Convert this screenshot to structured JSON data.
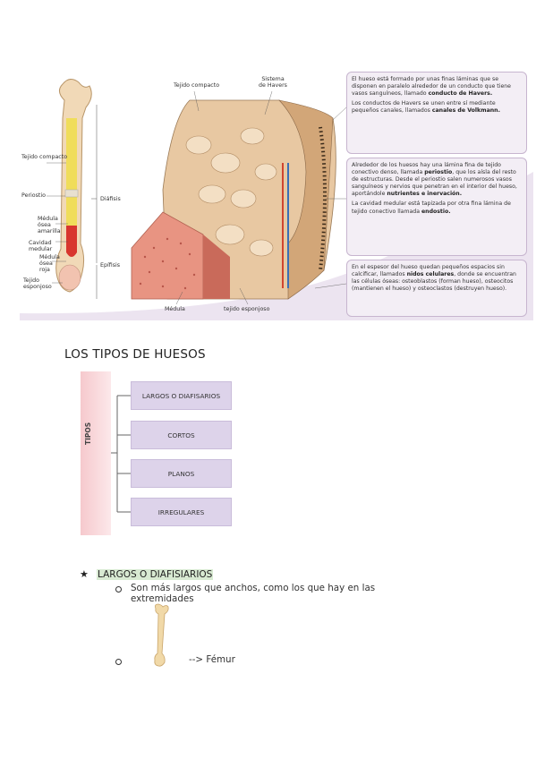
{
  "figure": {
    "bone_labels": {
      "tejido_compacto": "Tejido compacto",
      "periostio": "Periostio",
      "medula_osea_amarilla": "Médula ósea amarilla",
      "cavidad_medular": "Cavidad medular",
      "medula_osea_roja": "Médula ósea roja",
      "tejido_esponjoso": "Tejido esponjoso",
      "diafisis": "Diáfisis",
      "epifisis": "Epífisis"
    },
    "section_labels": {
      "tejido_compacto": "Tejido compacto",
      "sistema_havers": "Sistema de Havers",
      "medula": "Médula",
      "tejido_esponjoso": "tejido esponjoso"
    },
    "info1": {
      "p1_start": "El hueso está formado por unas finas láminas que se disponen en paralelo alrededor de un conducto que tiene vasos sanguíneos, llamado ",
      "p1_bold": "conducto de Havers.",
      "p2_start": "Los conductos de Havers se unen entre sí mediante pequeños canales, llamados ",
      "p2_bold": "canales de Volkmann."
    },
    "info2": {
      "p1_start": "Alrededor de los huesos hay una lámina fina de tejido conectivo denso, llamada ",
      "p1_bold1": "periostio",
      "p1_mid": ", que los aísla del resto de estructuras. Desde el periostio salen numerosos vasos sanguíneos y nervios que penetran en el interior del hueso, aportándole ",
      "p1_bold2": "nutrientes e inervación.",
      "p2_start": "La cavidad medular está tapizada por otra fina lámina de tejido conectivo llamada ",
      "p2_bold": "endostio."
    },
    "info3": {
      "p1_start": "En el espesor del hueso quedan pequeños espacios sin calcificar, llamados ",
      "p1_bold": "nidos celulares",
      "p1_end": ", donde se encuentran las células óseas: osteoblastos (forman hueso), osteocitos (mantienen el hueso) y osteoclastos (destruyen hueso)."
    }
  },
  "types_title": "LOS TIPOS DE HUESOS",
  "tree": {
    "root": "TIPOS",
    "branches": [
      "LARGOS O DIAFISARIOS",
      "CORTOS",
      "PLANOS",
      "IRREGULARES"
    ]
  },
  "largos": {
    "heading": "LARGOS O DIAFISIARIOS",
    "description": "Son más largos que anchos, como los que hay en las extremidades",
    "example": "--> Fémur"
  },
  "colors": {
    "tree_box": "#ddd3ea",
    "tipos_bar": "#f6c9cd",
    "heading_highlight": "#d8ead2",
    "info_box": "#f3eef5"
  }
}
